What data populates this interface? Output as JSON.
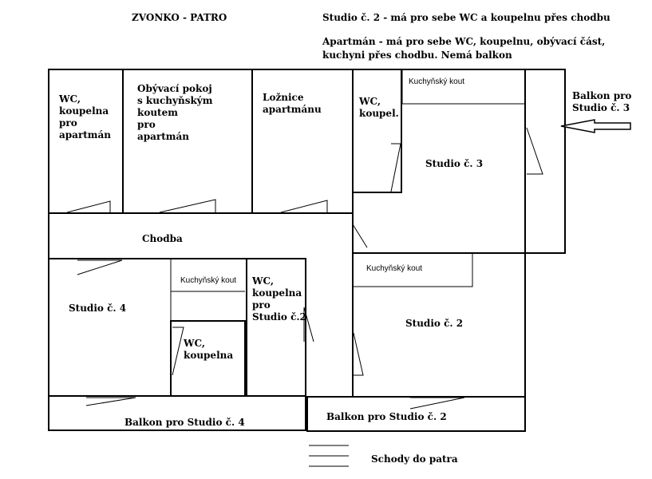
{
  "header": {
    "left_title": "ZVONKO - PATRO",
    "note_studio2": "Studio č. 2 - má pro sebe WC a koupelnu přes chodbu",
    "note_apartman_line1": "Apartmán - má pro sebe WC, koupelnu, obývací část,",
    "note_apartman_line2": "kuchyni přes chodbu. Nemá balkon"
  },
  "rooms": {
    "wc_apartman": "WC,\nkoupelna\npro\napartmán",
    "obyvaci": "Obývací pokoj\ns kuchyňským\nkoutem\npro\napartmán",
    "loznice": "Ložnice\napartmánu",
    "wc_koupel": "WC,\nkoupel.",
    "kuchynsky_kout_top": "Kuchyňský kout",
    "studio3": "Studio č. 3",
    "balkon_studio3": "Balkon pro\nStudio č. 3",
    "chodba": "Chodba",
    "studio4": "Studio č. 4",
    "kuchynsky_kout_mid": "Kuchyňský kout",
    "wc_koupelna_small": "WC,\nkoupelna",
    "wc_koupelna_studio2": "WC,\nkoupelna\npro\nStudio č.2",
    "kuchynsky_kout_right": "Kuchyňský kout",
    "studio2": "Studio č. 2",
    "balkon_studio4": "Balkon  pro Studio č. 4",
    "balkon_studio2": "Balkon pro Studio č. 2"
  },
  "legend": {
    "stairs": "Schody do patra"
  }
}
